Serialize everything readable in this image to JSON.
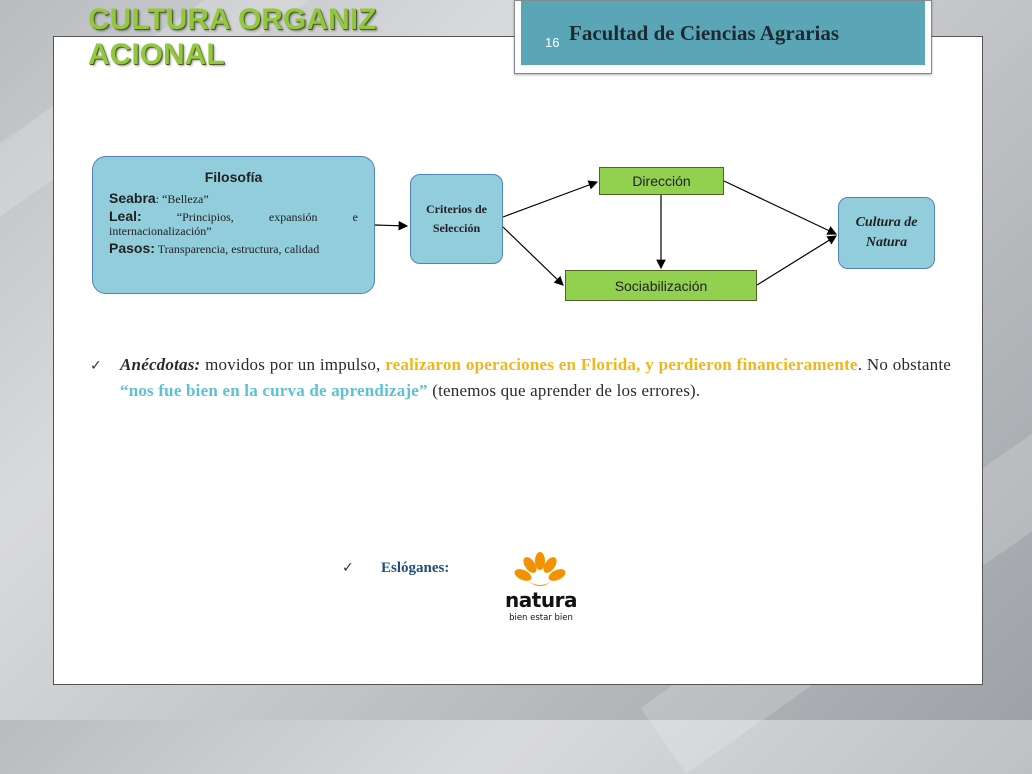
{
  "title": "CULTURA ORGANIZACIONAL",
  "header": {
    "page_number": "16",
    "faculty": "Facultad de Ciencias Agrarias"
  },
  "diagram": {
    "filosofia": {
      "heading": "Filosofía",
      "seabra_key": "Seabra",
      "seabra_text": ": “Belleza”",
      "leal_key": "Leal:",
      "leal_text": " “Principios, expansión e internacionalización”",
      "pasos_key": "Pasos:",
      "pasos_text": " Transparencia, estructura, calidad"
    },
    "criterios": "Criterios de Selección",
    "direccion": "Dirección",
    "sociabilizacion": "Sociabilización",
    "cultura": "Cultura de Natura"
  },
  "body": {
    "anecdotas_label": "Anécdotas:",
    "text1": " movidos por un impulso, ",
    "highlight1": "realizaron operaciones en Florida, y perdieron financieramente",
    "text2": ". No obstante ",
    "highlight2": "“nos fue bien en la curva de aprendizaje”",
    "text3": " (tenemos que aprender de los errores).",
    "esloganes_label": "Eslóganes:"
  },
  "logo": {
    "name": "natura",
    "tagline": "bien estar bien",
    "color": "#f39200"
  },
  "colors": {
    "title_green": "#92c83e",
    "header_teal": "#5ba6b6",
    "node_blue": "#92cddc",
    "node_green": "#92d050"
  }
}
